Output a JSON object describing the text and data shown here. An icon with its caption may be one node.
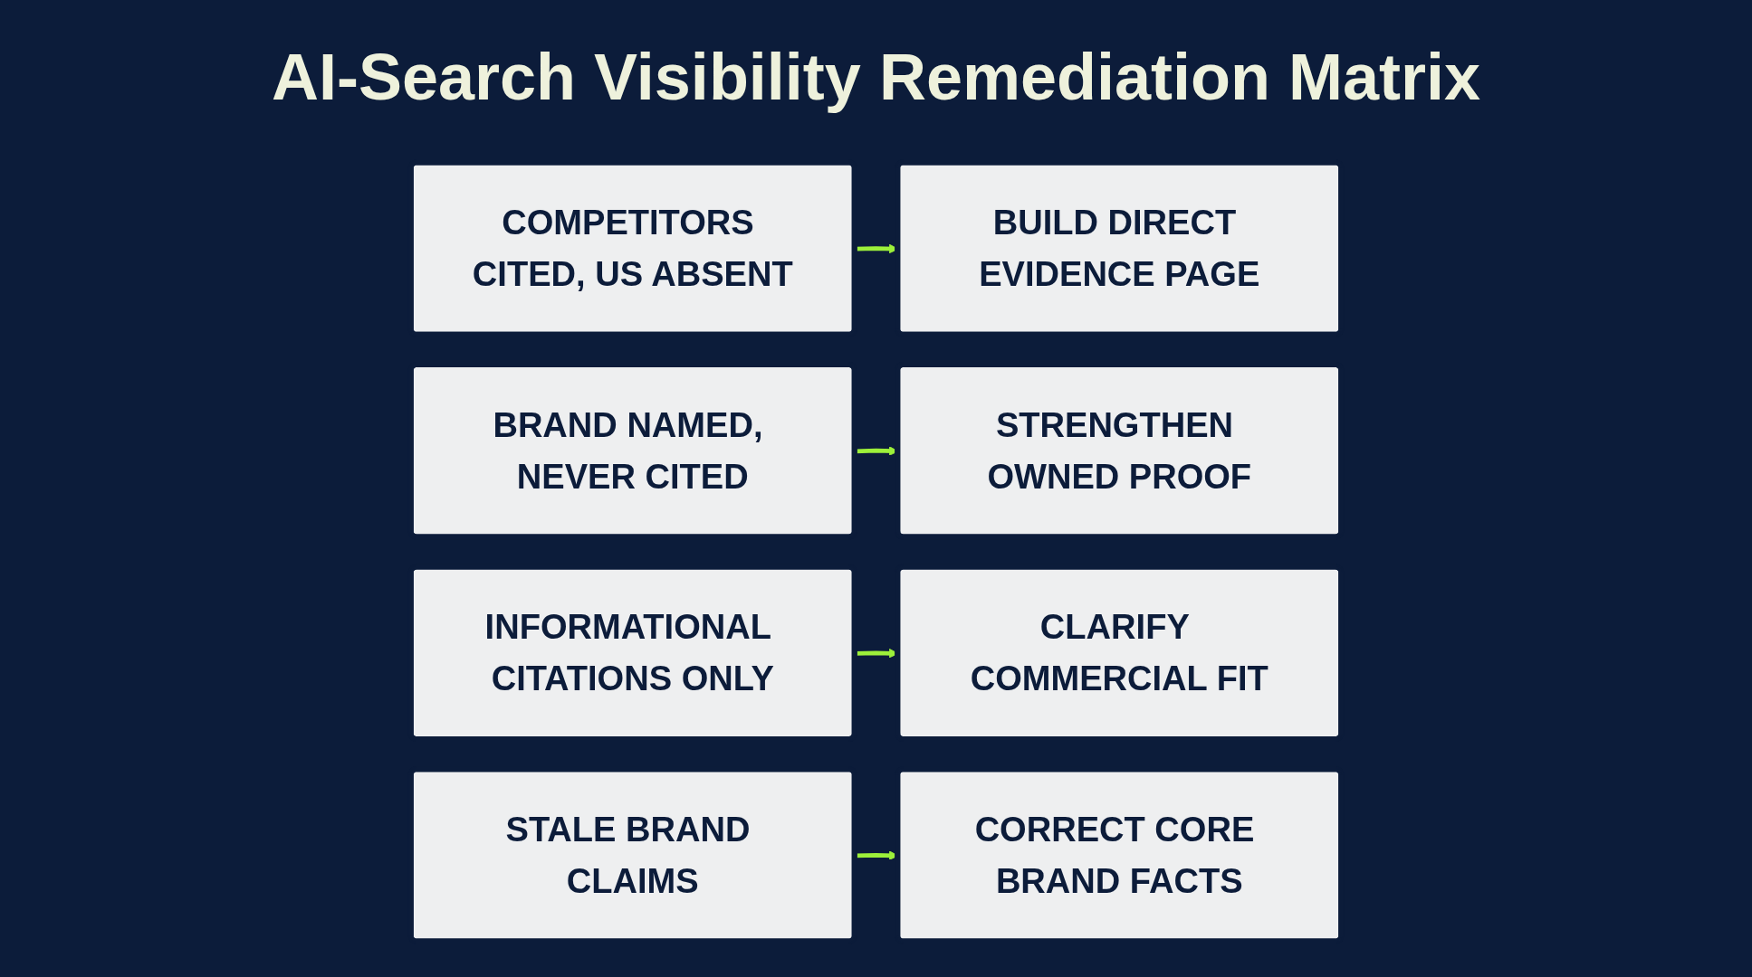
{
  "diagram": {
    "title": "AI-Search Visibility Remediation Matrix",
    "nodes": [
      {
        "text": [
          "COMPETITORS CITED, US ABSENT"
        ]
      },
      {
        "text": [
          "BUILD DIRECT EVIDENCE PAGE"
        ]
      },
      {
        "text": [
          "BRAND NAMED, NEVER CITED"
        ]
      },
      {
        "text": [
          "STRENGTHEN OWNED PROOF"
        ]
      },
      {
        "text": [
          "INFORMATIONAL CITATIONS ONLY"
        ]
      },
      {
        "text": [
          "CLARIFY COMMERCIAL FIT"
        ]
      },
      {
        "text": [
          "STALE BRAND CLAIMS"
        ]
      },
      {
        "text": [
          "CORRECT CORE BRAND FACTS"
        ]
      }
    ],
    "edges": [
      {
        "from": 0,
        "to": 1,
        "arrow": "to"
      },
      {
        "from": 2,
        "to": 3,
        "arrow": "to"
      },
      {
        "from": 4,
        "to": 5,
        "arrow": "to"
      },
      {
        "from": 6,
        "to": 7,
        "arrow": "to"
      }
    ]
  }
}
